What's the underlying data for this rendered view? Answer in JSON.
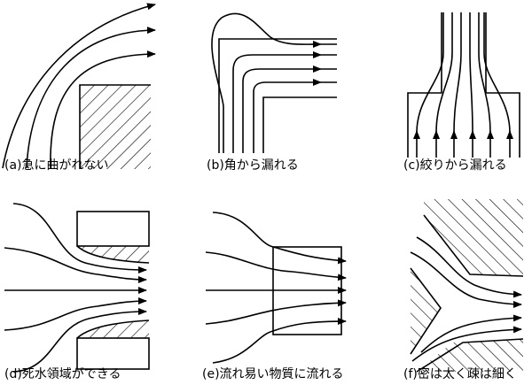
{
  "panels": [
    {
      "id": "a",
      "label": "(a)急に曲がれない"
    },
    {
      "id": "b",
      "label": "(b)角から漏れる"
    },
    {
      "id": "c",
      "label": "(c)絞りから漏れる"
    },
    {
      "id": "d",
      "label": "(d)死水領域ができる"
    },
    {
      "id": "e",
      "label": "(e)流れ易い物質に流れる"
    },
    {
      "id": "f",
      "label": "(f)密は太く疎は細く"
    }
  ],
  "colors": {
    "ink": "#000000",
    "background": "#ffffff"
  }
}
